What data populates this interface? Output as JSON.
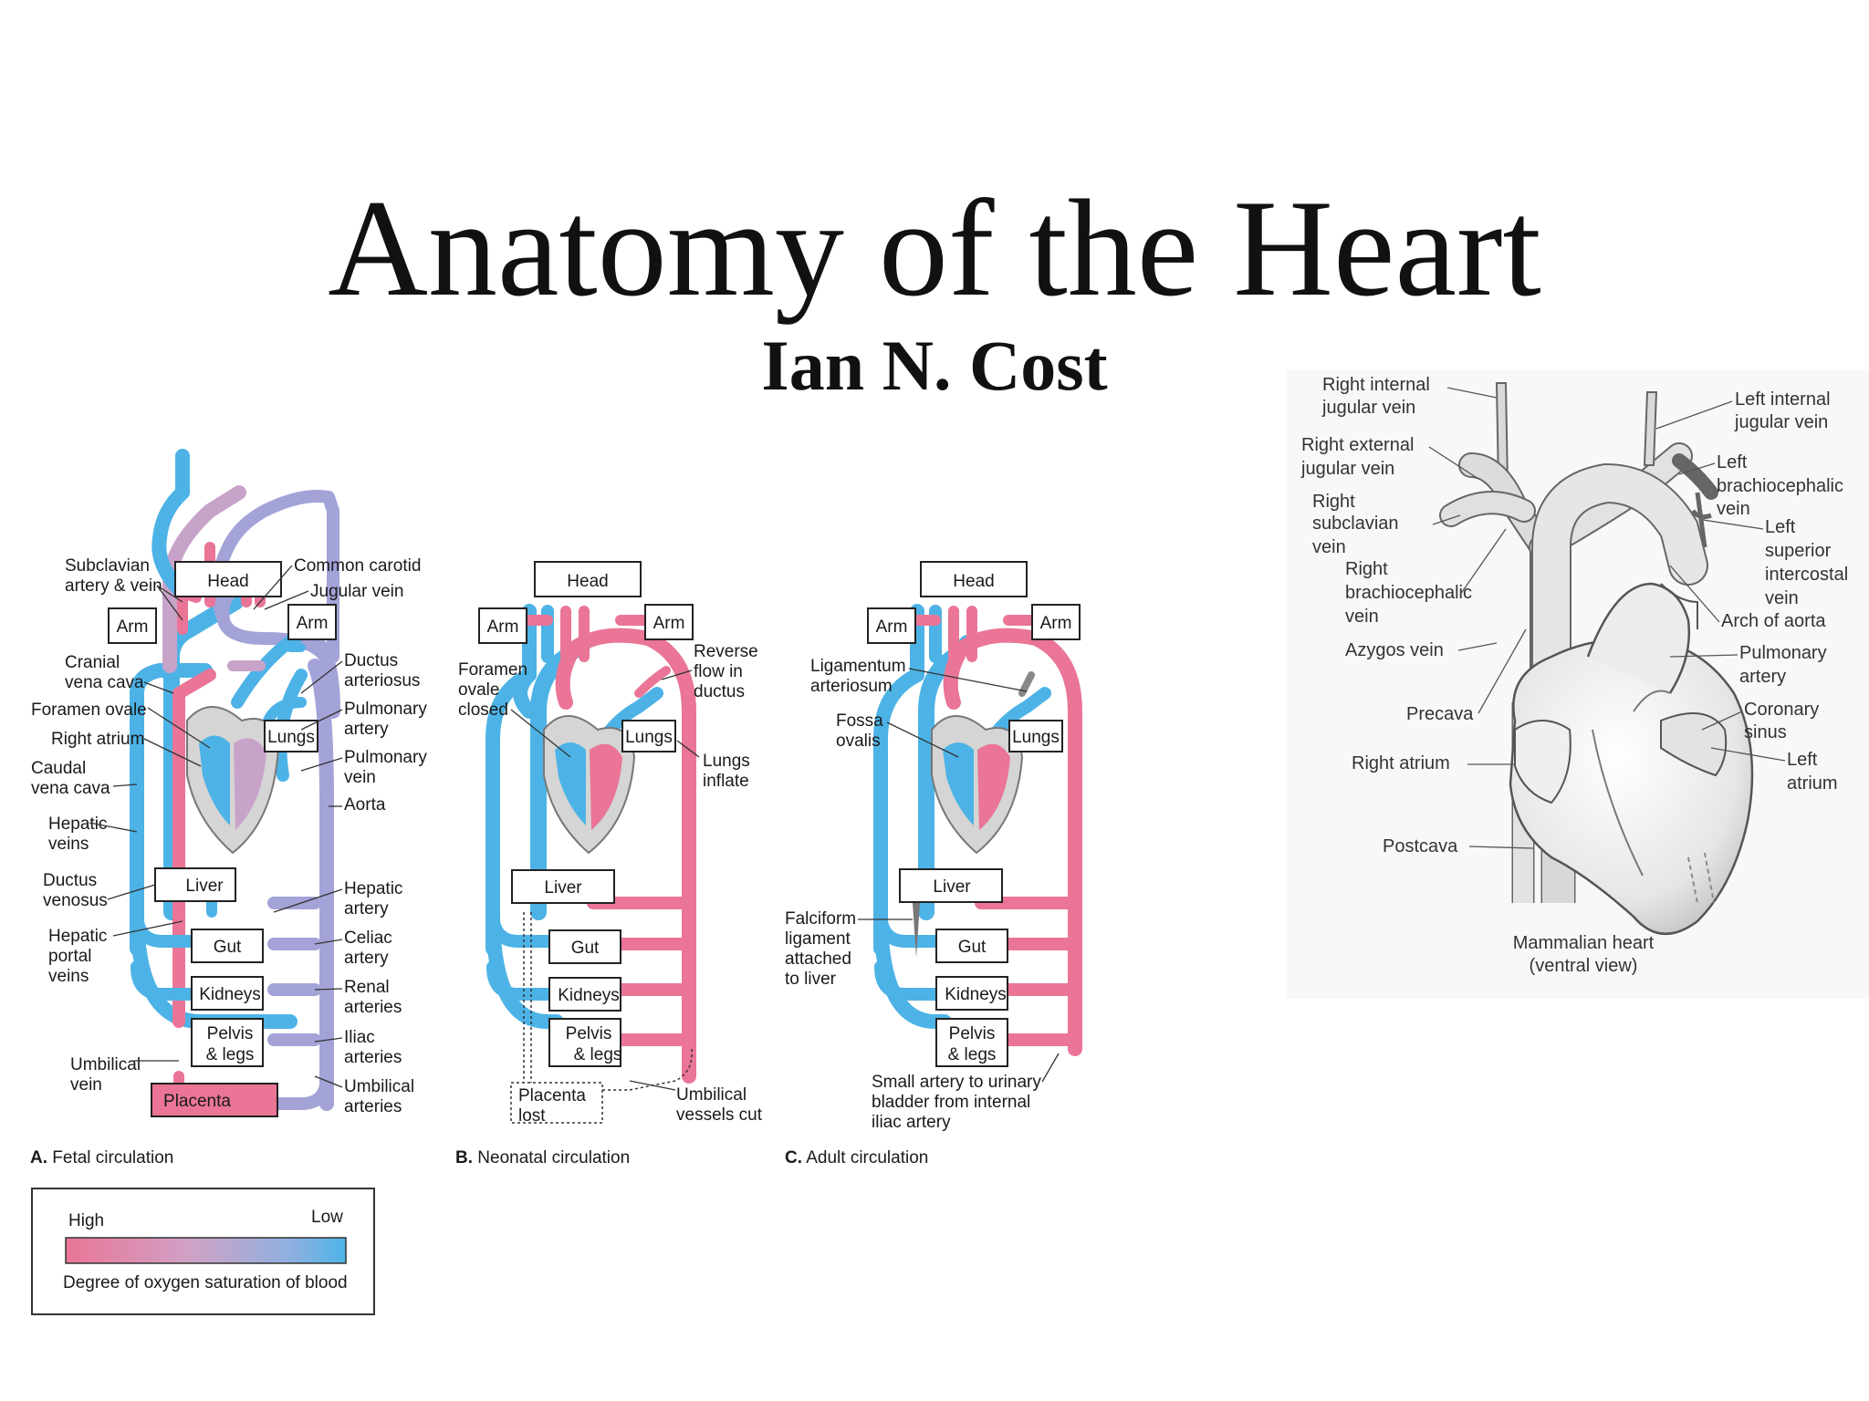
{
  "title": "Anatomy of the Heart",
  "subtitle": "Ian N. Cost",
  "colors": {
    "oxygen_high": "#ea7596",
    "oxygen_low": "#4db3e6",
    "mixed": "#a3a3d8"
  },
  "panel_a": {
    "caption_letter": "A.",
    "caption_text": "Fetal circulation",
    "boxes": {
      "head": "Head",
      "arm_left": "Arm",
      "arm_right": "Arm",
      "lungs": "Lungs",
      "liver": "Liver",
      "gut": "Gut",
      "kidneys": "Kidneys",
      "pelvis1": "Pelvis",
      "pelvis2": "& legs",
      "placenta": "Placenta"
    },
    "left_labels": {
      "subclavian1": "Subclavian",
      "subclavian2": "artery & vein",
      "cranial1": "Cranial",
      "cranial2": "vena cava",
      "foramen": "Foramen ovale",
      "ratrium": "Right atrium",
      "caudal1": "Caudal",
      "caudal2": "vena cava",
      "hepveins1": "Hepatic",
      "hepveins2": "veins",
      "ductus1": "Ductus",
      "ductus2": "venosus",
      "portal1": "Hepatic",
      "portal2": "portal",
      "portal3": "veins",
      "umbvein1": "Umbilical",
      "umbvein2": "vein"
    },
    "right_labels": {
      "carotid": "Common carotid",
      "jugular": "Jugular vein",
      "ductart1": "Ductus",
      "ductart2": "arteriosus",
      "pulmart1": "Pulmonary",
      "pulmart2": "artery",
      "pulmvein1": "Pulmonary",
      "pulmvein2": "vein",
      "aorta": "Aorta",
      "hepart1": "Hepatic",
      "hepart2": "artery",
      "celiac1": "Celiac",
      "celiac2": "artery",
      "renal1": "Renal",
      "renal2": "arteries",
      "iliac1": "Iliac",
      "iliac2": "arteries",
      "umbart1": "Umbilical",
      "umbart2": "arteries"
    }
  },
  "panel_b": {
    "caption_letter": "B.",
    "caption_text": "Neonatal circulation",
    "boxes": {
      "head": "Head",
      "arm_left": "Arm",
      "arm_right": "Arm",
      "lungs": "Lungs",
      "liver": "Liver",
      "gut": "Gut",
      "kidneys": "Kidneys",
      "pelvis1": "Pelvis",
      "pelvis2": "& legs",
      "placenta1": "Placenta",
      "placenta2": "lost"
    },
    "labels": {
      "foramen1": "Foramen",
      "foramen2": "ovale",
      "foramen3": "closed",
      "reverse1": "Reverse",
      "reverse2": "flow in",
      "reverse3": "ductus",
      "lungs1": "Lungs",
      "lungs2": "inflate",
      "umbcut1": "Umbilical",
      "umbcut2": "vessels cut"
    }
  },
  "panel_c": {
    "caption_letter": "C.",
    "caption_text": "Adult circulation",
    "boxes": {
      "head": "Head",
      "arm_left": "Arm",
      "arm_right": "Arm",
      "lungs": "Lungs",
      "liver": "Liver",
      "gut": "Gut",
      "kidneys": "Kidneys",
      "pelvis1": "Pelvis",
      "pelvis2": "& legs"
    },
    "labels": {
      "lig1": "Ligamentum",
      "lig2": "arteriosum",
      "fossa1": "Fossa",
      "fossa2": "ovalis",
      "falc1": "Falciform",
      "falc2": "ligament",
      "falc3": "attached",
      "falc4": "to liver",
      "small1": "Small artery to urinary",
      "small2": "bladder from internal",
      "small3": "iliac artery"
    }
  },
  "legend": {
    "high": "High",
    "low": "Low",
    "caption": "Degree of oxygen saturation of blood"
  },
  "heart": {
    "caption1": "Mammalian heart",
    "caption2": "(ventral view)",
    "labels": {
      "rij1": "Right internal",
      "rij2": "jugular vein",
      "rej1": "Right external",
      "rej2": "jugular vein",
      "rsub1": "Right",
      "rsub2": "subclavian",
      "rsub3": "vein",
      "rbc1": "Right",
      "rbc2": "brachiocephalic",
      "rbc3": "vein",
      "azygos": "Azygos vein",
      "precava": "Precava",
      "ratrium": "Right atrium",
      "postcava": "Postcava",
      "lij1": "Left internal",
      "lij2": "jugular vein",
      "lbc1": "Left",
      "lbc2": "brachiocephalic",
      "lbc3": "vein",
      "lsi1": "Left",
      "lsi2": "superior",
      "lsi3": "intercostal",
      "lsi4": "vein",
      "arch": "Arch of aorta",
      "pa1": "Pulmonary",
      "pa2": "artery",
      "cs1": "Coronary",
      "cs2": "sinus",
      "la1": "Left",
      "la2": "atrium"
    }
  }
}
